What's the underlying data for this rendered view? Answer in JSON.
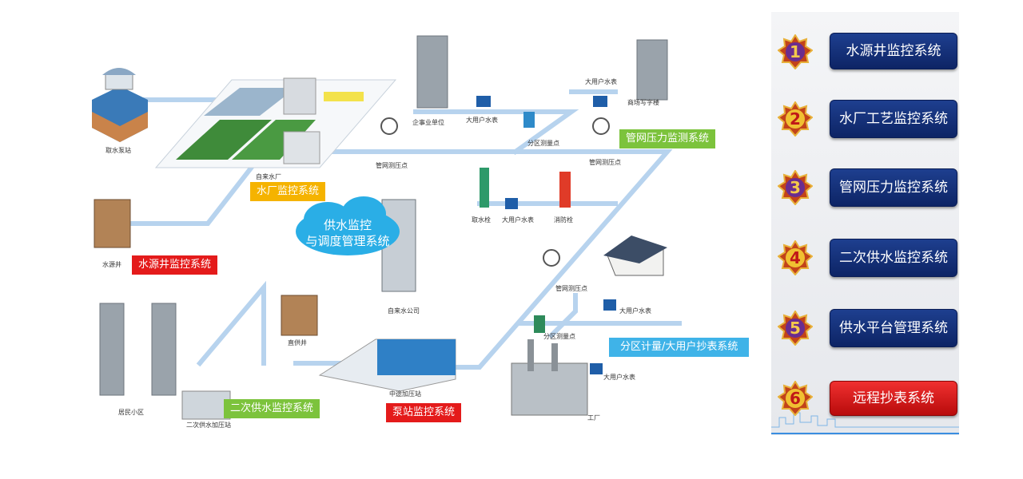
{
  "diagram": {
    "cloud_line1": "供水监控",
    "cloud_line2": "与调度管理系统",
    "system_labels": {
      "water_plant": "水厂监控系统",
      "source_well": "水源井监控系统",
      "pipe_pressure": "管网压力监测系统",
      "secondary_supply": "二次供水监控系统",
      "pump_station": "泵站监控系统",
      "district_metering": "分区计量/大用户抄表系统"
    },
    "small_labels": {
      "intake_station": "取水泵站",
      "water_plant": "自来水厂",
      "source_well": "水源井",
      "enterprise": "企事业单位",
      "big_meter_1": "大用户水表",
      "big_meter_2": "大用户水表",
      "big_meter_3": "大用户水表",
      "big_meter_4": "大用户水表",
      "big_meter_5": "大用户水表",
      "office_building": "商场写字楼",
      "district_point_1": "分区测量点",
      "district_point_2": "分区测量点",
      "pressure_point_1": "管网测压点",
      "pressure_point_2": "管网测压点",
      "pressure_point_3": "管网测压点",
      "hydrant_take": "取水栓",
      "fire_hydrant": "消防栓",
      "water_company": "自来水公司",
      "direct_well": "直供井",
      "booster_station": "中途加压站",
      "residential": "居民小区",
      "secondary_pump": "二次供水加压站",
      "factory": "工厂"
    }
  },
  "menu": [
    {
      "num": "1",
      "label": "水源井监控系统",
      "active": false
    },
    {
      "num": "2",
      "label": "水厂工艺监控系统",
      "active": false
    },
    {
      "num": "3",
      "label": "管网压力监控系统",
      "active": false
    },
    {
      "num": "4",
      "label": "二次供水监控系统",
      "active": false
    },
    {
      "num": "5",
      "label": "供水平台管理系统",
      "active": false
    },
    {
      "num": "6",
      "label": "远程抄表系统",
      "active": true
    }
  ],
  "colors": {
    "pipe": "#a9c8e8",
    "orange_label": "#f5b300",
    "red_label": "#e41b1b",
    "green_label": "#7cc33c",
    "blue_label": "#3fb3e8",
    "cloud": "#2aaee6",
    "menu_button": "#152f78",
    "menu_button_active": "#e01616"
  }
}
